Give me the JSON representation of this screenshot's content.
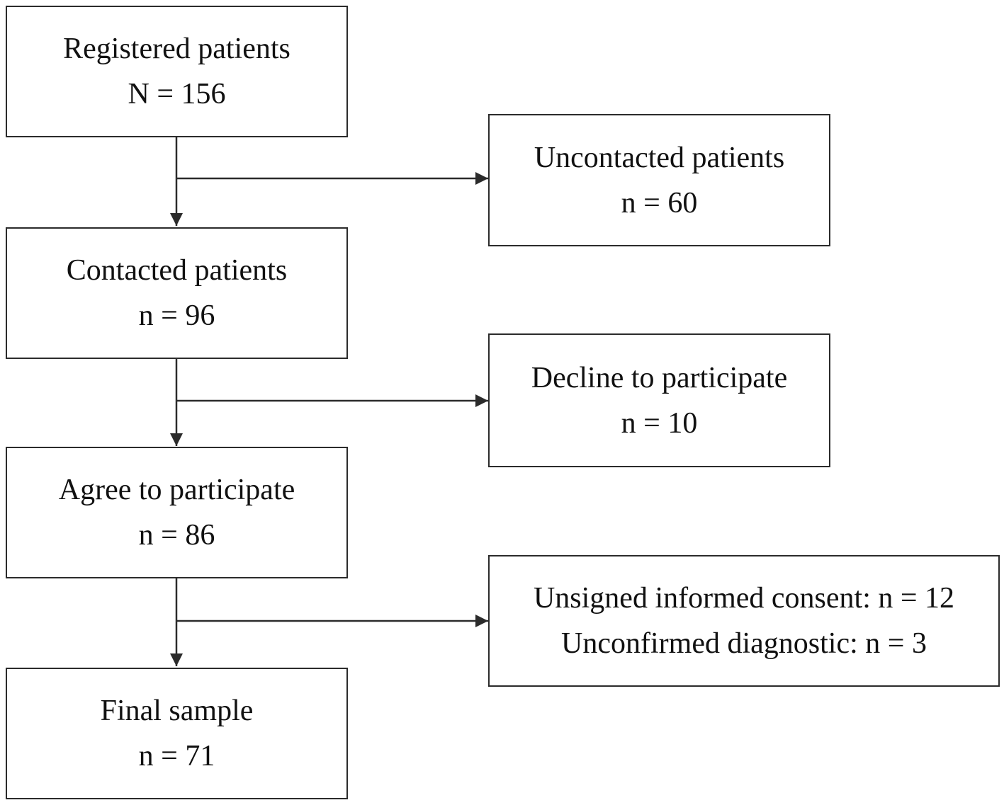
{
  "flow": {
    "main": [
      {
        "title": "Registered patients",
        "count": "N = 156"
      },
      {
        "title": "Contacted patients",
        "count": "n = 96"
      },
      {
        "title": "Agree to participate",
        "count": "n = 86"
      },
      {
        "title": "Final sample",
        "count": "n = 71"
      }
    ],
    "exclusions": [
      {
        "title": "Uncontacted patients",
        "count": "n = 60"
      },
      {
        "title": "Decline to participate",
        "count": "n = 10"
      },
      {
        "line1": "Unsigned informed consent: n = 12",
        "line2": "Unconfirmed diagnostic: n = 3"
      }
    ]
  }
}
